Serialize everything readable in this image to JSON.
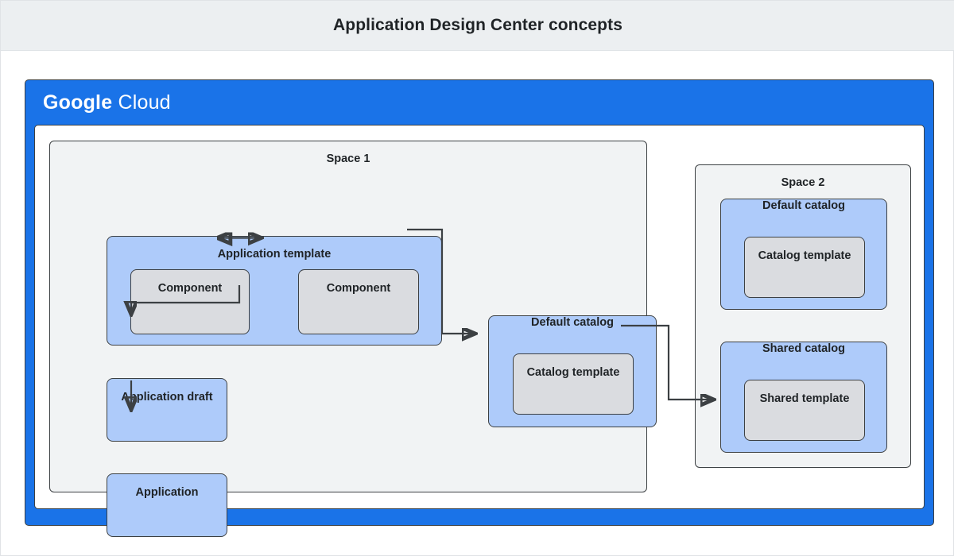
{
  "title": "Application Design Center concepts",
  "colors": {
    "title_bar_bg": "#eceff1",
    "cloud_blue": "#1a73e8",
    "node_blue": "#aecbfa",
    "node_gray": "#dadce0",
    "space_bg": "#f1f3f4",
    "border": "#3c4043",
    "text": "#1f2326"
  },
  "cloud": {
    "brand_bold": "Google",
    "brand_light": "Cloud"
  },
  "space1": {
    "label": "Space 1",
    "application_template": {
      "label": "Application template",
      "components": [
        {
          "label": "Component"
        },
        {
          "label": "Component"
        }
      ]
    },
    "application_draft": {
      "label": "Application draft"
    },
    "application": {
      "label": "Application"
    },
    "default_catalog": {
      "label": "Default catalog",
      "template": {
        "label": "Catalog template"
      }
    }
  },
  "space2": {
    "label": "Space 2",
    "default_catalog": {
      "label": "Default catalog",
      "template": {
        "label": "Catalog template"
      }
    },
    "shared_catalog": {
      "label": "Shared catalog",
      "template": {
        "label": "Shared template"
      }
    }
  },
  "connectors": [
    {
      "name": "component-to-component",
      "type": "bidirectional"
    },
    {
      "name": "application-template-to-application-draft",
      "type": "arrow"
    },
    {
      "name": "application-draft-to-application",
      "type": "arrow"
    },
    {
      "name": "application-template-to-default-catalog-template",
      "type": "arrow"
    },
    {
      "name": "default-catalog-to-shared-catalog",
      "type": "arrow"
    }
  ]
}
